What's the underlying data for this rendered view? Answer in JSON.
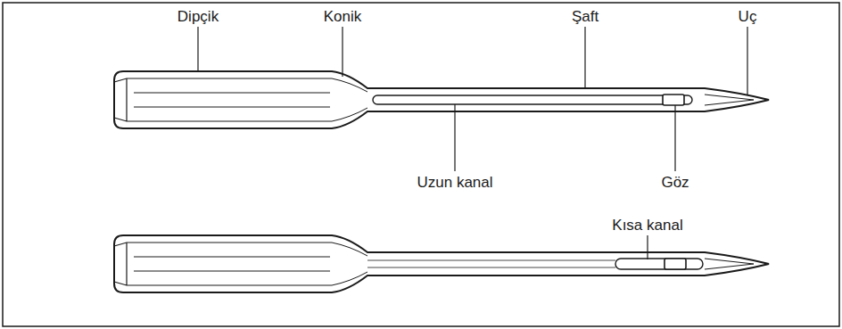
{
  "diagram": {
    "labels": [
      "Dipçik",
      "Konik",
      "Şaft",
      "Uç",
      "Uzun kanal",
      "Göz",
      "Kısa kanal"
    ]
  }
}
